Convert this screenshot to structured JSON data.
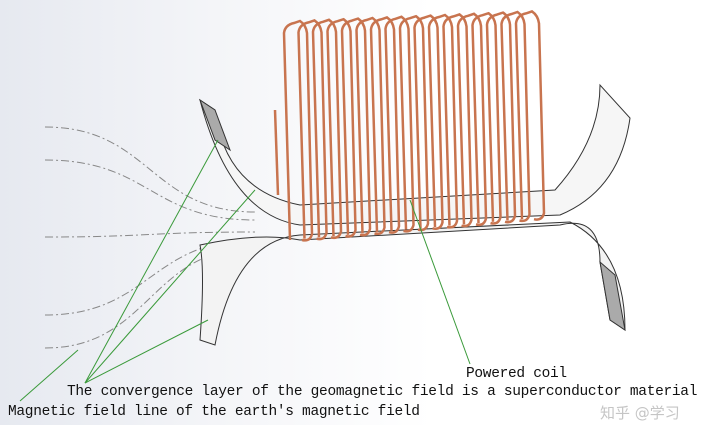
{
  "labels": {
    "coil": "Powered coil",
    "layer": "The convergence layer of the geomagnetic field is a superconductor material",
    "field_line": "Magnetic field line of the earth's magnetic field"
  },
  "watermark": "知乎 @学习",
  "colors": {
    "coil": "#c8744f",
    "pointer": "#3a9a3a",
    "field": "#888888"
  },
  "coil_turns": 17
}
